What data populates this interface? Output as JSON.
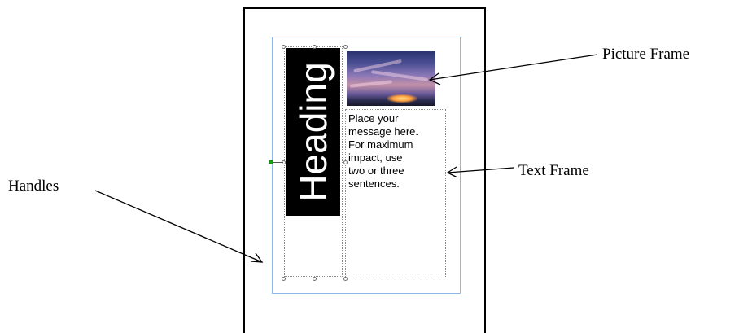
{
  "frames": {
    "heading_text": "Heading",
    "body_text": "Place your\nmessage here.\nFor maximum\nimpact, use\ntwo or three\nsentences."
  },
  "labels": {
    "picture_frame": "Picture Frame",
    "text_frame": "Text Frame",
    "handles": "Handles"
  },
  "colors": {
    "selection_border": "#8fb6e8",
    "rotate_handle": "#18a018"
  },
  "icons": {
    "rotate_handle": "green-rotate-dot",
    "resize_handle": "small-circle-handle"
  }
}
